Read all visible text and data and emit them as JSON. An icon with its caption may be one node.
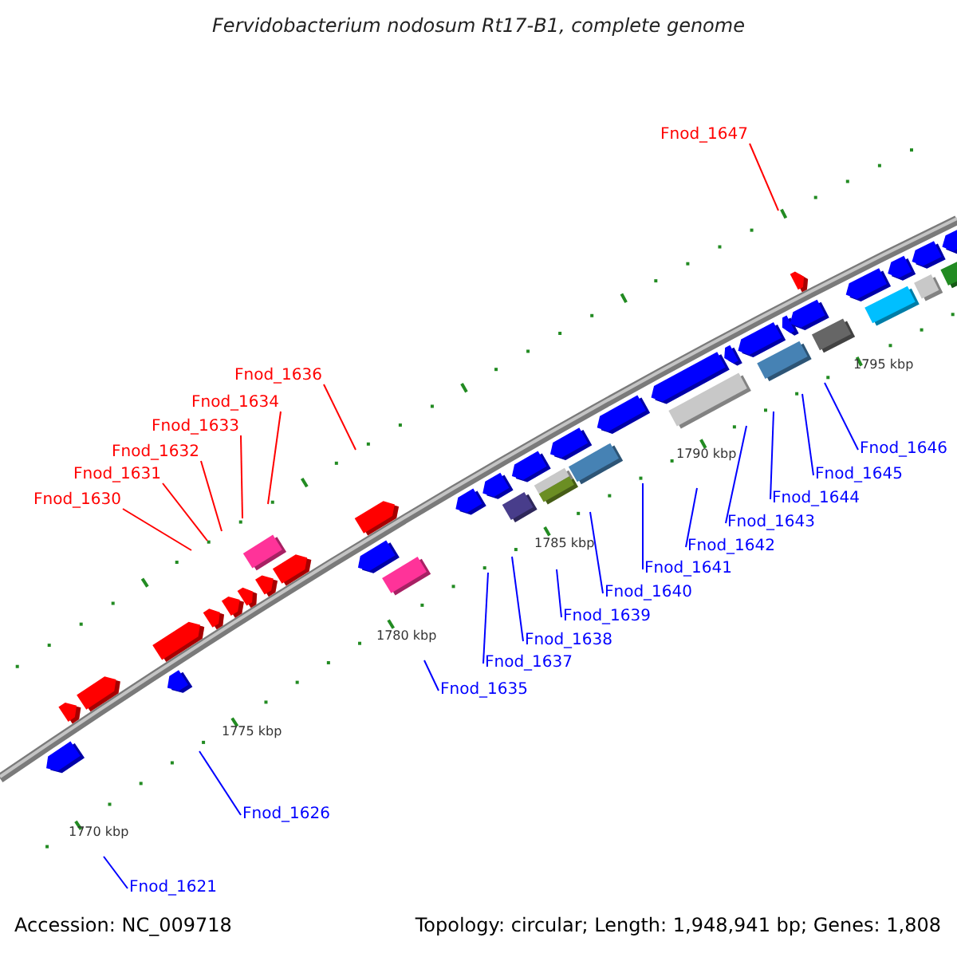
{
  "diagram": {
    "title": "Fervidobacterium nodosum Rt17-B1, complete genome",
    "nodes": [
      {
        "text": [
          "Fnod_1647"
        ]
      },
      {
        "text": [
          "Fnod_1636"
        ]
      },
      {
        "text": [
          "Fnod_1634"
        ]
      },
      {
        "text": [
          "Fnod_1633"
        ]
      },
      {
        "text": [
          "Fnod_1632"
        ]
      },
      {
        "text": [
          "Fnod_1631"
        ]
      },
      {
        "text": [
          "Fnod_1630"
        ]
      },
      {
        "text": [
          "Fnod_1646"
        ]
      },
      {
        "text": [
          "Fnod_1645"
        ]
      },
      {
        "text": [
          "Fnod_1644"
        ]
      },
      {
        "text": [
          "Fnod_1643"
        ]
      },
      {
        "text": [
          "Fnod_1642"
        ]
      },
      {
        "text": [
          "Fnod_1641"
        ]
      },
      {
        "text": [
          "Fnod_1640"
        ]
      },
      {
        "text": [
          "Fnod_1639"
        ]
      },
      {
        "text": [
          "Fnod_1638"
        ]
      },
      {
        "text": [
          "Fnod_1637"
        ]
      },
      {
        "text": [
          "Fnod_1635"
        ]
      },
      {
        "text": [
          "Fnod_1626"
        ]
      },
      {
        "text": [
          "Fnod_1621"
        ]
      }
    ],
    "edges": [
      {
        "from": 0,
        "to": null,
        "arrow": "none",
        "color": "#ff0000"
      },
      {
        "from": 1,
        "to": null,
        "arrow": "none",
        "color": "#ff0000"
      },
      {
        "from": 2,
        "to": null,
        "arrow": "none",
        "color": "#ff0000"
      },
      {
        "from": 3,
        "to": null,
        "arrow": "none",
        "color": "#ff0000"
      },
      {
        "from": 4,
        "to": null,
        "arrow": "none",
        "color": "#ff0000"
      },
      {
        "from": 5,
        "to": null,
        "arrow": "none",
        "color": "#ff0000"
      },
      {
        "from": 6,
        "to": null,
        "arrow": "none",
        "color": "#ff0000"
      },
      {
        "from": 7,
        "to": null,
        "arrow": "none"
      },
      {
        "from": 8,
        "to": null,
        "arrow": "none"
      },
      {
        "from": 9,
        "to": null,
        "arrow": "none"
      },
      {
        "from": 10,
        "to": null,
        "arrow": "none"
      },
      {
        "from": 11,
        "to": null,
        "arrow": "none"
      },
      {
        "from": 12,
        "to": null,
        "arrow": "none"
      },
      {
        "from": 13,
        "to": null,
        "arrow": "none"
      },
      {
        "from": 14,
        "to": null,
        "arrow": "none"
      },
      {
        "from": 15,
        "to": null,
        "arrow": "none"
      },
      {
        "from": 16,
        "to": null,
        "arrow": "none"
      },
      {
        "from": 17,
        "to": null,
        "arrow": "none"
      },
      {
        "from": 18,
        "to": null,
        "arrow": "none"
      },
      {
        "from": 19,
        "to": null,
        "arrow": "none"
      }
    ],
    "labels": [
      "1795 kbp",
      "1790 kbp",
      "1785 kbp",
      "1780 kbp",
      "1775 kbp",
      "1770 kbp",
      "Accession: NC_009718",
      "Topology: circular; Length: 1,948,941 bp; Genes: 1,808"
    ]
  }
}
